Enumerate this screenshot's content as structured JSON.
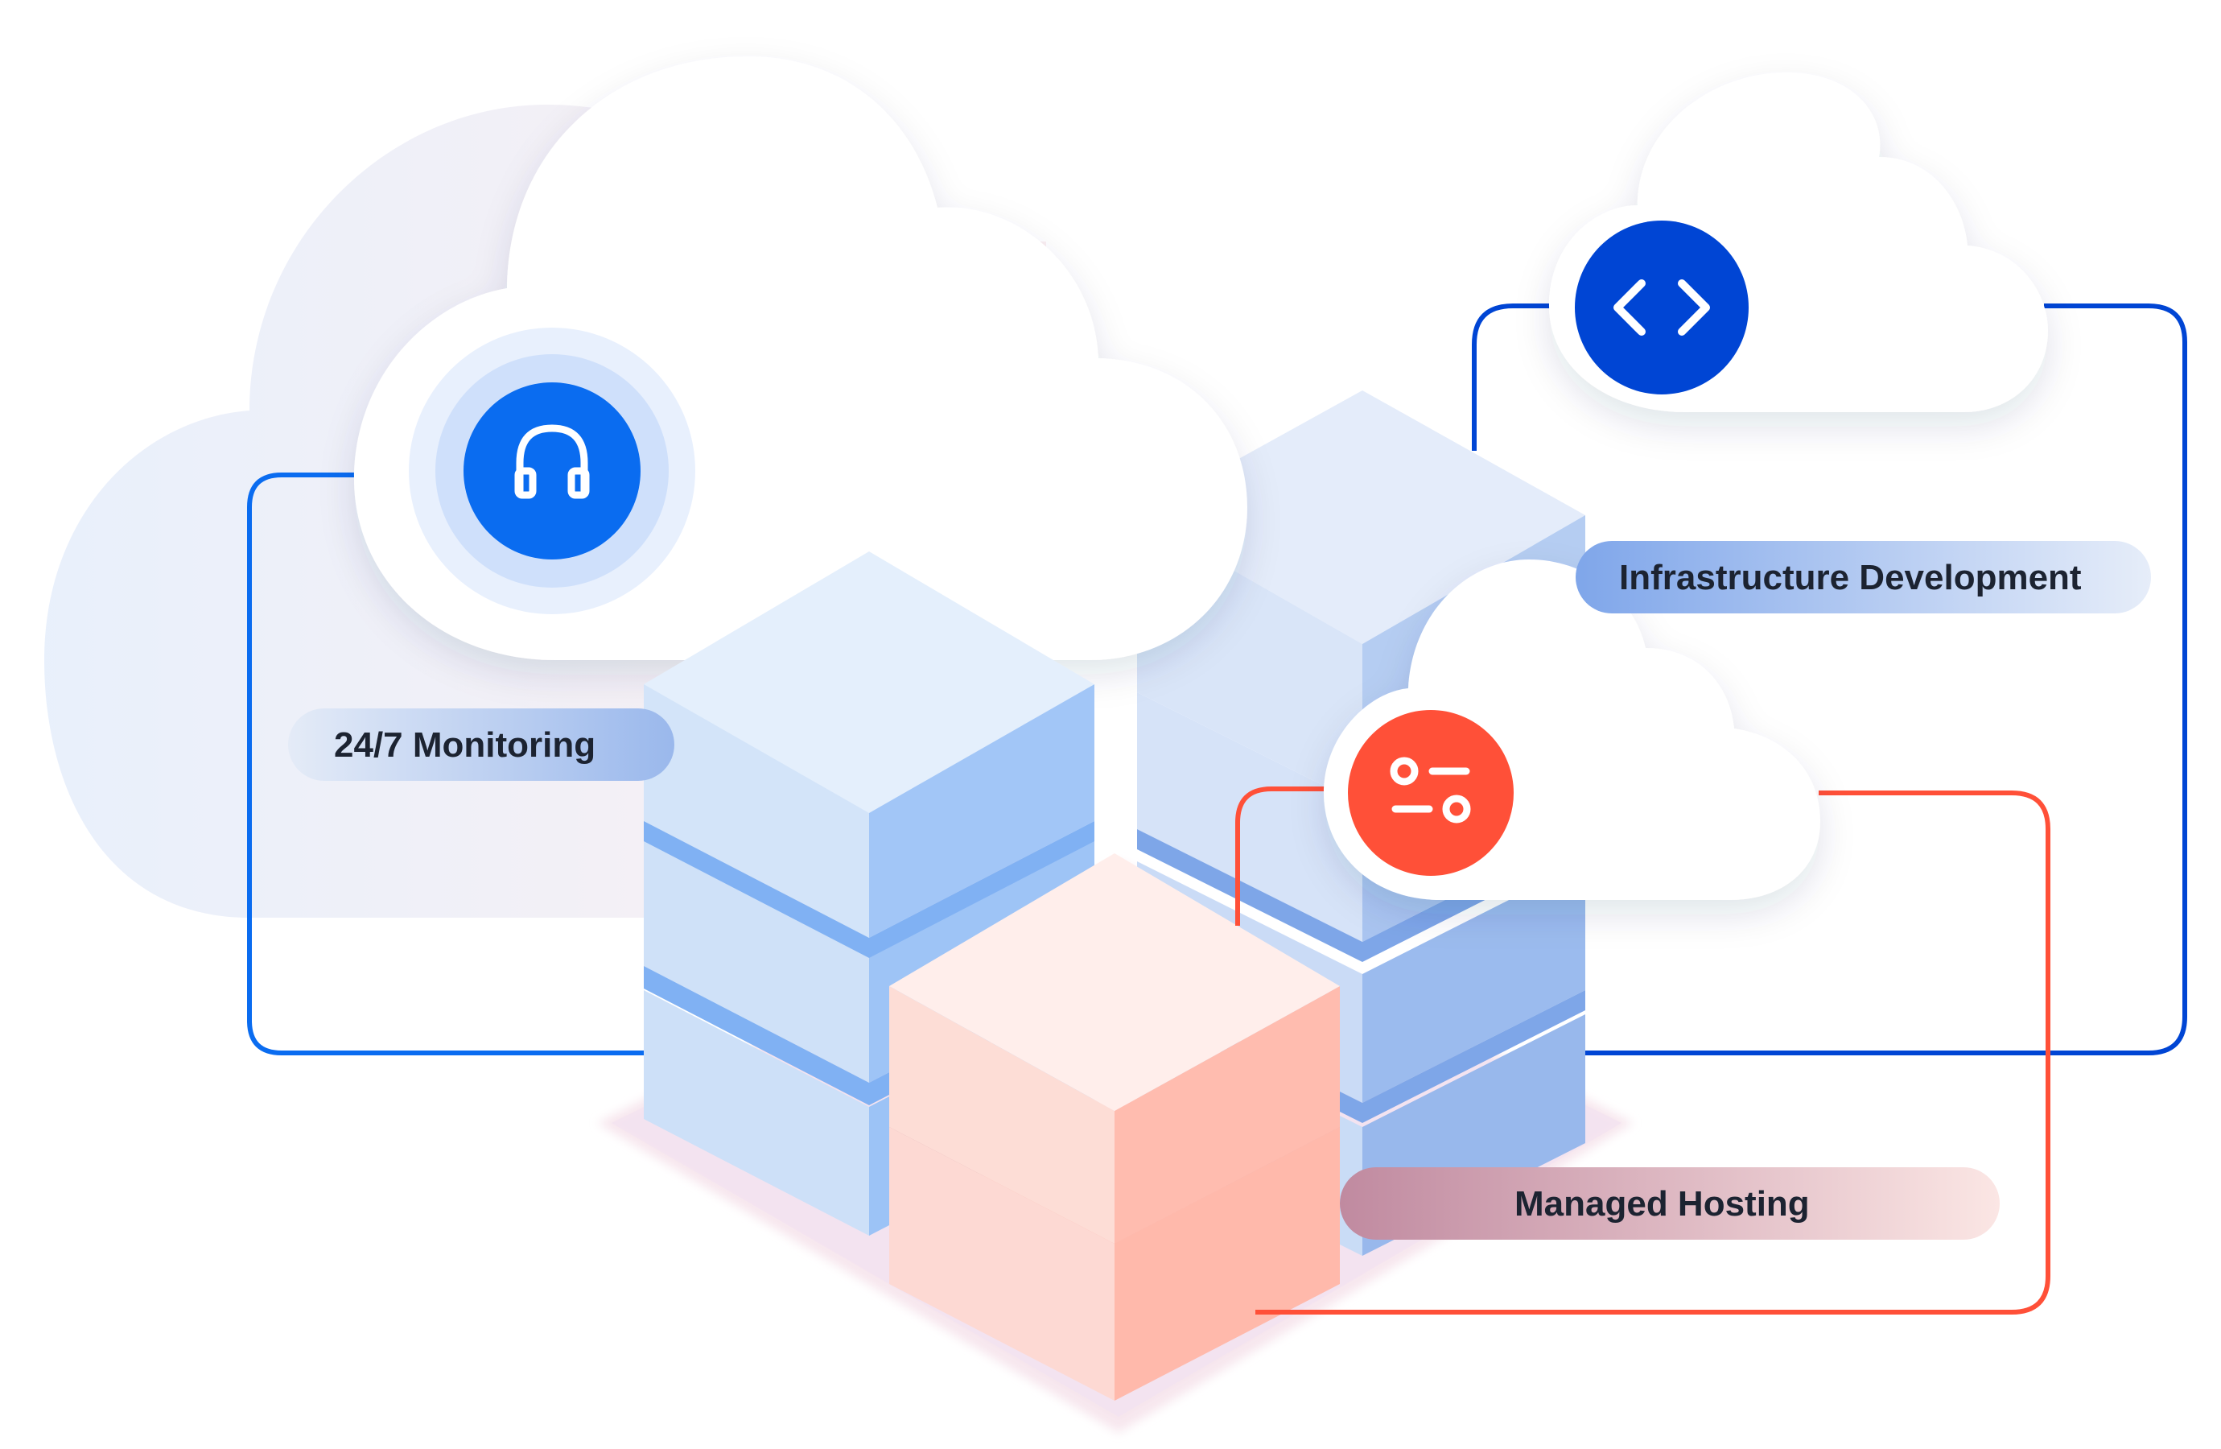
{
  "labels": {
    "monitoring": "24/7 Monitoring",
    "infrastructure": "Infrastructure Development",
    "hosting": "Managed Hosting"
  },
  "icons": {
    "monitoring": "headphones-icon",
    "infrastructure": "code-brackets-icon",
    "hosting": "sliders-toggle-icon"
  },
  "colors": {
    "monitoring_accent": "#0a6cf0",
    "infrastructure_accent": "#0045d4",
    "hosting_accent": "#ff5038",
    "server_blue": "#9fc3f6",
    "server_red": "#ffb9ab",
    "text": "#1c2331"
  }
}
